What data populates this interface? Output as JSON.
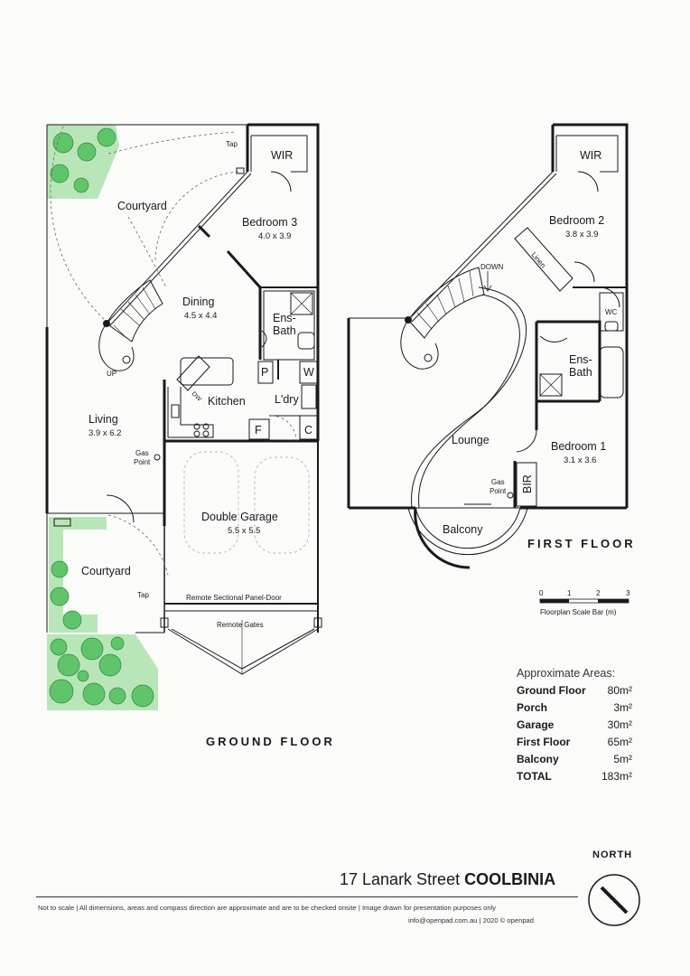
{
  "ground_floor": {
    "title": "GROUND FLOOR",
    "rooms": {
      "courtyard_top": {
        "name": "Courtyard"
      },
      "bedroom3": {
        "name": "Bedroom 3",
        "dims": "4.0 x 3.9"
      },
      "wir": {
        "name": "WIR"
      },
      "dining": {
        "name": "Dining",
        "dims": "4.5 x 4.4"
      },
      "ensbath_a": {
        "name": "Ens-"
      },
      "ensbath_b": {
        "name": "Bath"
      },
      "pantry": {
        "name": "P"
      },
      "w": {
        "name": "W"
      },
      "kitchen": {
        "name": "Kitchen"
      },
      "dw": {
        "name": "DW"
      },
      "laundry": {
        "name": "L'dry"
      },
      "fridge": {
        "name": "F"
      },
      "cupboard": {
        "name": "C"
      },
      "living": {
        "name": "Living",
        "dims": "3.9 x 6.2"
      },
      "garage": {
        "name": "Double Garage",
        "dims": "5.5 x 5.5"
      },
      "courtyard_bottom": {
        "name": "Courtyard"
      }
    },
    "labels": {
      "up": "UP",
      "gas_a": "Gas",
      "gas_b": "Point",
      "tap_top": "Tap",
      "tap_bottom": "Tap",
      "panel_door": "Remote Sectional Panel-Door",
      "gates": "Remote Gates"
    }
  },
  "first_floor": {
    "title": "FIRST FLOOR",
    "rooms": {
      "wir": {
        "name": "WIR"
      },
      "bedroom2": {
        "name": "Bedroom 2",
        "dims": "3.8 x 3.9"
      },
      "linen": {
        "name": "Linen"
      },
      "wc": {
        "name": "WC"
      },
      "ensbath_a": {
        "name": "Ens-"
      },
      "ensbath_b": {
        "name": "Bath"
      },
      "lounge": {
        "name": "Lounge"
      },
      "bedroom1": {
        "name": "Bedroom 1",
        "dims": "3.1 x 3.6"
      },
      "bir": {
        "name": "BIR"
      },
      "balcony": {
        "name": "Balcony"
      }
    },
    "labels": {
      "down": "DOWN",
      "gas_a": "Gas",
      "gas_b": "Point"
    }
  },
  "scale_bar": {
    "ticks": [
      "0",
      "1",
      "2",
      "3"
    ],
    "caption": "Floorplan Scale Bar (m)"
  },
  "areas": {
    "heading": "Approximate Areas:",
    "rows": [
      {
        "label": "Ground Floor",
        "value": "80m²"
      },
      {
        "label": "Porch",
        "value": "3m²"
      },
      {
        "label": "Garage",
        "value": "30m²"
      },
      {
        "label": "First Floor",
        "value": "65m²"
      },
      {
        "label": "Balcony",
        "value": "5m²"
      },
      {
        "label": "TOTAL",
        "value": "183m²"
      }
    ]
  },
  "address": {
    "street": "17 Lanark Street",
    "suburb": "COOLBINIA"
  },
  "north": "NORTH",
  "footer": {
    "disclaimer": "Not to scale   |   All dimensions, areas and compass direction are approximate and are to be checked onsite   |   Image drawn for presentation purposes only",
    "contact": "info@openpad.com.au   |   2020  © openpad"
  },
  "colors": {
    "landscape": "#5fc46a",
    "landscape_light": "#b9e6b8",
    "wall": "#1a1a1a"
  }
}
